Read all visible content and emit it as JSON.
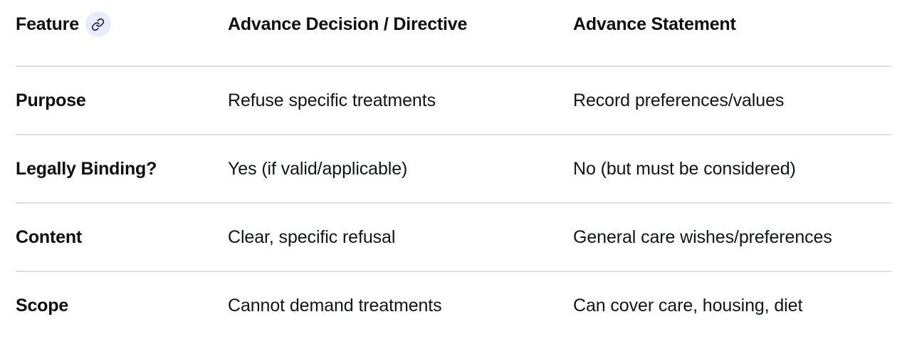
{
  "table": {
    "link_icon": "link-icon",
    "accent_badge_color": "#e7edfb",
    "accent_icon_color": "#1b2440",
    "divider_color": "#dcdee3",
    "headers": [
      {
        "label": "Feature",
        "has_link_icon": true
      },
      {
        "label": "Advance Decision / Directive",
        "has_link_icon": false
      },
      {
        "label": "Advance Statement",
        "has_link_icon": false
      }
    ],
    "rows": [
      {
        "feature": "Purpose",
        "advance_decision": "Refuse specific treatments",
        "advance_statement": "Record preferences/values"
      },
      {
        "feature": "Legally Binding?",
        "advance_decision": "Yes (if valid/applicable)",
        "advance_statement": "No (but must be considered)"
      },
      {
        "feature": "Content",
        "advance_decision": "Clear, specific refusal",
        "advance_statement": "General care wishes/preferences"
      },
      {
        "feature": "Scope",
        "advance_decision": "Cannot demand treatments",
        "advance_statement": "Can cover care, housing, diet"
      }
    ]
  }
}
